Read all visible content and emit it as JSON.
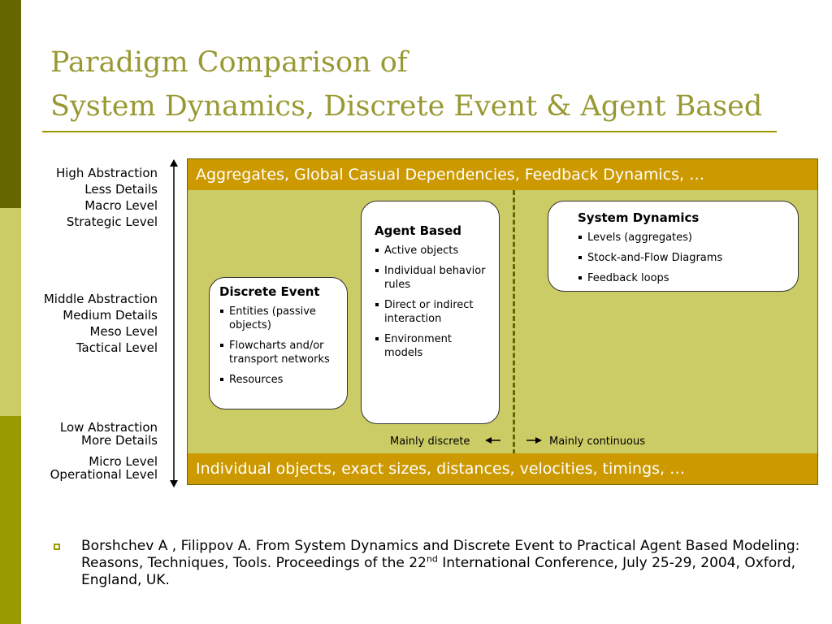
{
  "title": {
    "line1": "Paradigm Comparison of",
    "line2": "System Dynamics, Discrete Event & Agent Based"
  },
  "levels": {
    "high": [
      "High Abstraction",
      "Less Details",
      "Macro Level",
      "Strategic Level"
    ],
    "middle": [
      "Middle Abstraction",
      "Medium Details",
      "Meso Level",
      "Tactical Level"
    ],
    "low": [
      "Low Abstraction",
      "More Details",
      "Micro Level",
      "Operational Level"
    ]
  },
  "diagram": {
    "top_band": "Aggregates, Global Casual Dependencies, Feedback Dynamics, …",
    "bottom_band": "Individual objects, exact sizes, distances, velocities, timings, …",
    "discrete_label": "Mainly discrete",
    "continuous_label": "Mainly continuous",
    "discrete_event": {
      "title": "Discrete Event",
      "items": [
        "Entities (passive objects)",
        "Flowcharts and/or transport networks",
        "Resources"
      ]
    },
    "agent_based": {
      "title": "Agent Based",
      "items": [
        "Active objects",
        "Individual behavior rules",
        "Direct or indirect interaction",
        "Environment models"
      ]
    },
    "system_dynamics": {
      "title": "System Dynamics",
      "items": [
        "Levels (aggregates)",
        "Stock-and-Flow Diagrams",
        "Feedback loops"
      ]
    }
  },
  "reference": {
    "before_sup": "Borshchev A , Filippov A. From System Dynamics and Discrete Event to Practical Agent Based Modeling: Reasons, Techniques, Tools. Proceedings of the 22",
    "sup": "nd",
    "after_sup": " International Conference, July 25-29, 2004, Oxford, England, UK."
  },
  "colors": {
    "title": "#999933",
    "band": "#cc9900",
    "diagram_bg": "#cccc66",
    "stripe_dark": "#666600"
  }
}
